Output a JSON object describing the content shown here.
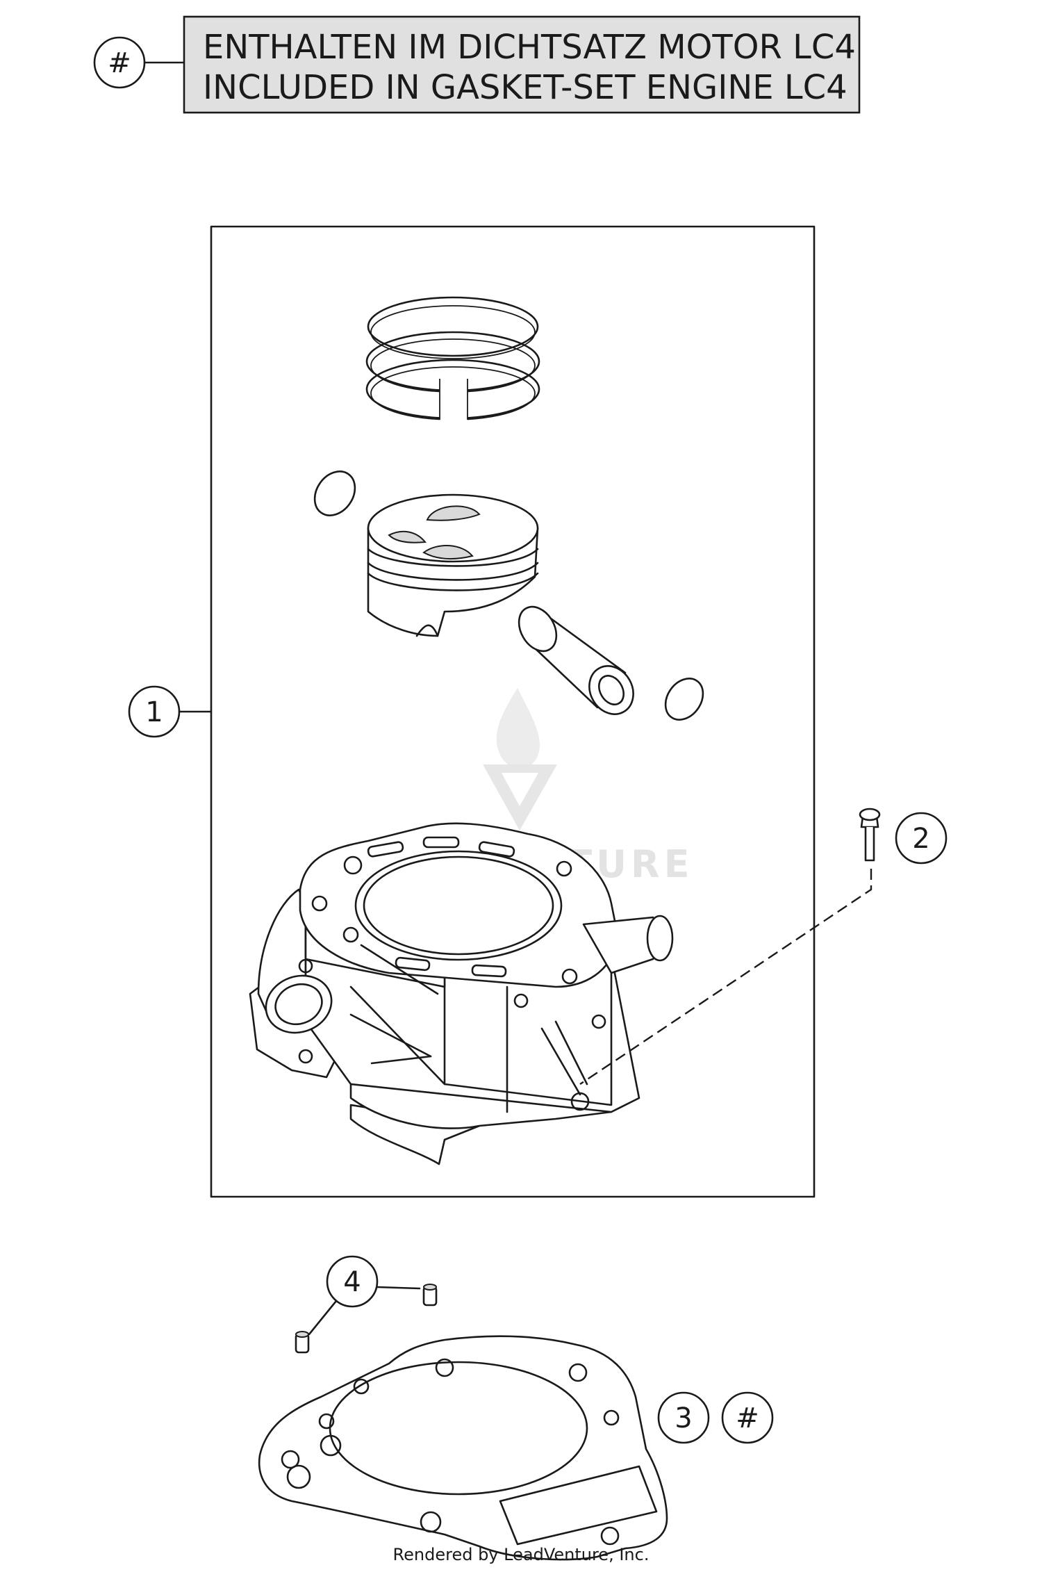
{
  "legend": {
    "symbol": "#",
    "line_de": "ENTHALTEN IM DICHTSATZ MOTOR LC4",
    "line_en": "INCLUDED IN GASKET-SET ENGINE LC4"
  },
  "callouts": [
    {
      "id": "1",
      "label": "1"
    },
    {
      "id": "2",
      "label": "2"
    },
    {
      "id": "3",
      "label": "3"
    },
    {
      "id": "3-gasket",
      "label": "#"
    },
    {
      "id": "4",
      "label": "4"
    }
  ],
  "watermark": "LEADVENTURE",
  "credit": "Rendered by LeadVenture, Inc."
}
